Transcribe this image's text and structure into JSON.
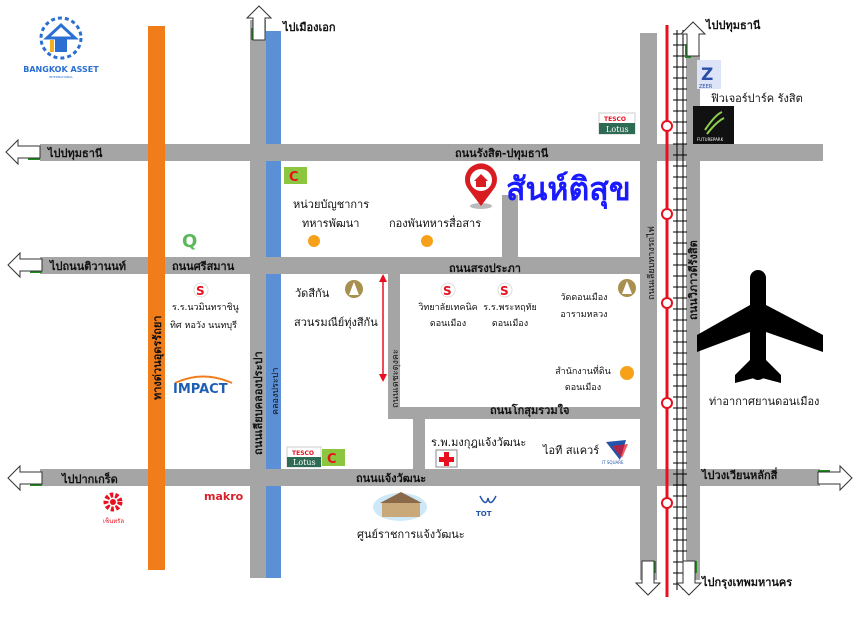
{
  "logo": {
    "name": "BANGKOK ASSET",
    "sub": "INTERNATIONAL"
  },
  "title": "สันห์ติสุข",
  "colors": {
    "road": "#a5a5a5",
    "expressway": "#f07c1a",
    "canal": "#5b8fd6",
    "rail": "#e8101e",
    "title": "#1a1aff",
    "arrow_shadow": "#1e8a1e"
  },
  "directions": {
    "mueang_ake": "ไปเมืองเอก",
    "pathum_left": "ไปปทุมธานี",
    "pathum_right": "ไปปทุมธานี",
    "tiwanon": "ไปถนนติวานนท์",
    "pak_kret": "ไปปากเกร็ด",
    "lak_si": "ไปวงเวียนหลักสี่",
    "bangkok": "ไปกรุงเทพมหานคร"
  },
  "roads": {
    "rangsit_pathum": "ถนนรังสิต-ปทุมธานี",
    "sri_saman": "ถนนศรีสมาน",
    "song_prapha": "ถนนสรงประภา",
    "kosum": "ถนนโกสุมรวมใจ",
    "chaeng_watthana": "ถนนแจ้งวัฒนะ",
    "expressway": "ทางด่วนอุดรรัถยา",
    "liap_khlong_prapa": "ถนนเลียบคลองประปา",
    "khlong_prapa": "คลองประปา",
    "decha": "ถนนเดชะตุงคะ",
    "liap_rail": "ถนนเลียบทางรถไฟ",
    "vibhavadi": "ถนนวิภาวดีรังสิต"
  },
  "places": {
    "military_dev_1": "หน่วยบัญชาการ",
    "military_dev_2": "ทหารพัฒนา",
    "signal": "กองพันทหารสื่อสาร",
    "wat_si_kan": "วัดสีกัน",
    "park": "สวนรมณีย์ทุ่งสีกัน",
    "school_nawamin_1": "ร.ร.นวมินทราชินู",
    "school_nawamin_2": "ทิศ หอวัง นนทบุรี",
    "tech_1": "วิทยาลัยเทคนิค",
    "tech_2": "ดอนเมือง",
    "school_phra_1": "ร.ร.พระหฤทัย",
    "school_phra_2": "ดอนเมือง",
    "wat_don_mueang_1": "วัดดอนเมือง",
    "wat_don_mueang_2": "อารามหลวง",
    "land_office_1": "สำนักงานที่ดิน",
    "land_office_2": "ดอนเมือง",
    "hospital": "ร.พ.มงกุฎแจ้งวัฒนะ",
    "it_square": "ไอที สแควร์",
    "gov_center": "ศูนย์ราชการแจ้งวัฒนะ",
    "future_park": "ฟิวเจอร์ปาร์ค รังสิต",
    "airport": "ท่าอากาศยานดอนเมือง"
  },
  "brands": {
    "tesco": "TESCO",
    "lotus": "Lotus",
    "impact": "IMPACT",
    "makro": "makro",
    "zeer": "ZEER",
    "futurepark": "FUTUREPARK",
    "tot": "TOT",
    "itsquare": "IT SQUARE",
    "central": "เซ็นทรัล"
  }
}
